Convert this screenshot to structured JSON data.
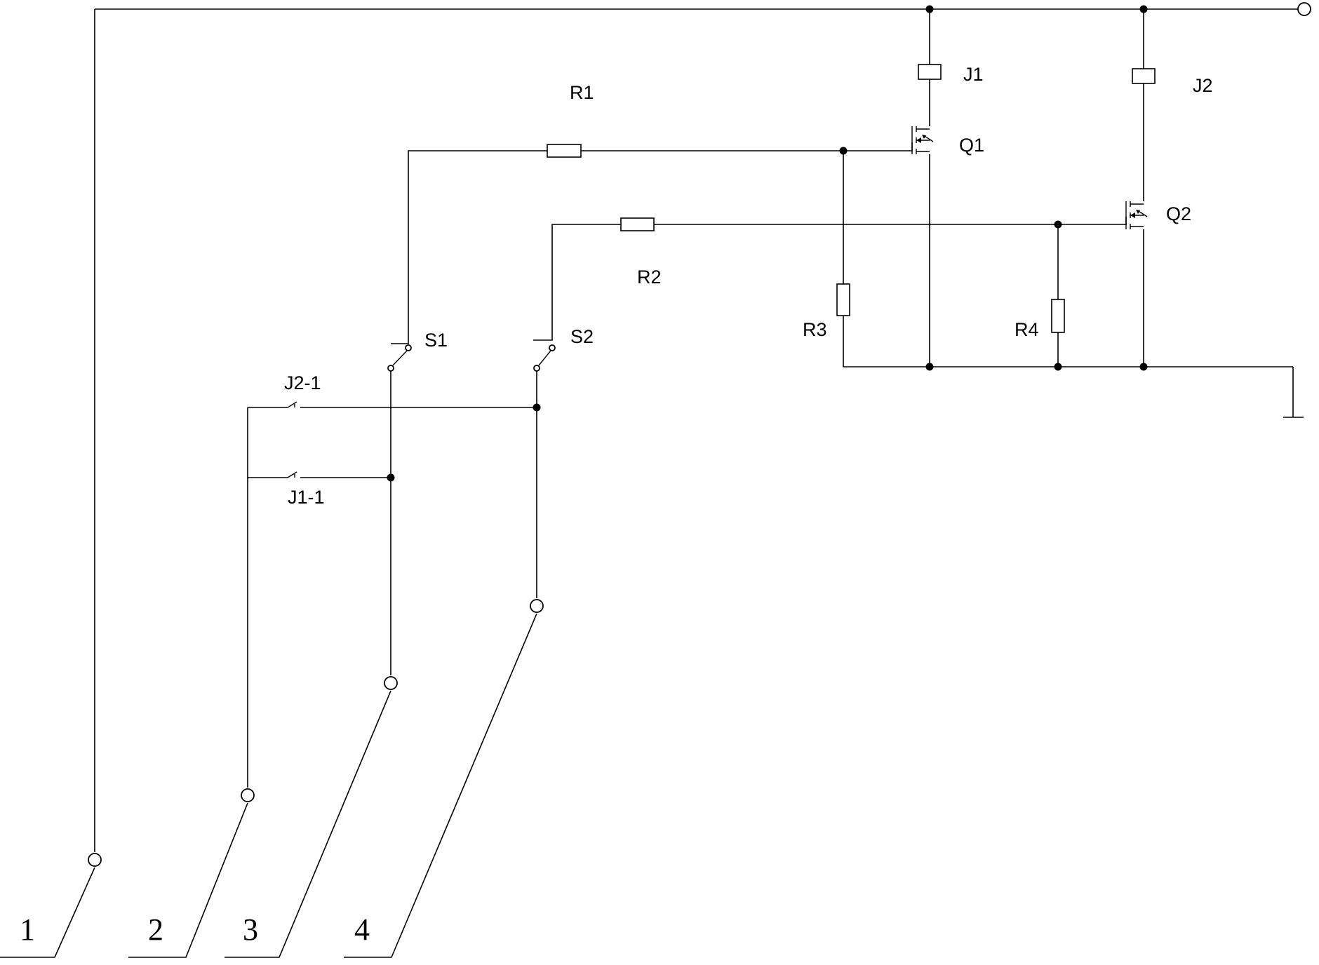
{
  "diagram": {
    "labels": {
      "R1": "R1",
      "R2": "R2",
      "R3": "R3",
      "R4": "R4",
      "J1": "J1",
      "J2": "J2",
      "Q1": "Q1",
      "Q2": "Q2",
      "S1": "S1",
      "S2": "S2",
      "J2_1": "J2-1",
      "J1_1": "J1-1"
    },
    "terminals": [
      "1",
      "2",
      "3",
      "4"
    ]
  }
}
